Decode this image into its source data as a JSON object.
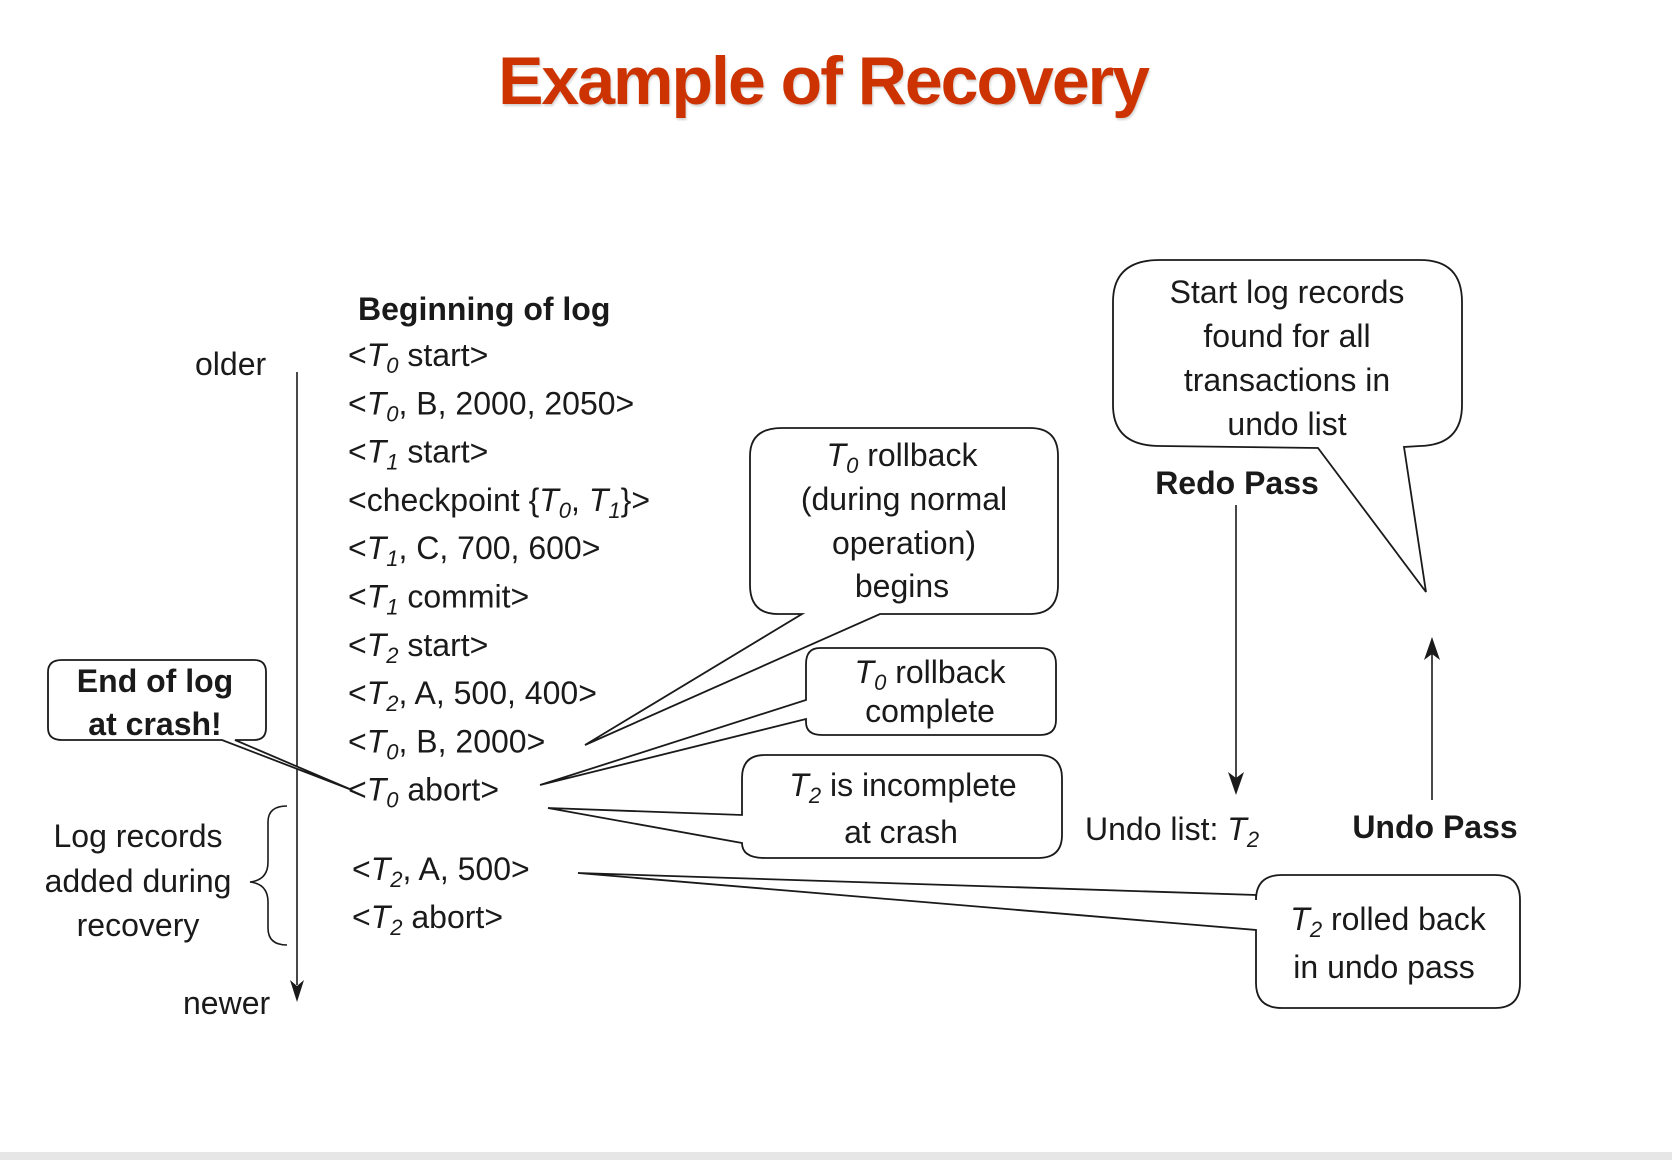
{
  "title": "Example of Recovery",
  "colors": {
    "title": "#cc3300",
    "ink": "#1a1a1a"
  },
  "log": {
    "beginning_label": "Beginning of log",
    "records": [
      {
        "pre": "<",
        "txn": "T",
        "sub": "0",
        "post": " start>"
      },
      {
        "pre": "<",
        "txn": "T",
        "sub": "0",
        "post": ", B, 2000, 2050>"
      },
      {
        "pre": "<",
        "txn": "T",
        "sub": "1",
        "post": " start>"
      },
      {
        "pre": "<checkpoint {",
        "txn": "T",
        "sub": "0",
        "mid": ", ",
        "txn2": "T",
        "sub2": "1",
        "post": "}>"
      },
      {
        "pre": "<",
        "txn": "T",
        "sub": "1",
        "post": ", C, 700, 600>"
      },
      {
        "pre": "<",
        "txn": "T",
        "sub": "1",
        "post": " commit>"
      },
      {
        "pre": "<",
        "txn": "T",
        "sub": "2",
        "post": " start>"
      },
      {
        "pre": "<",
        "txn": "T",
        "sub": "2",
        "post": ", A, 500, 400>"
      },
      {
        "pre": "<",
        "txn": "T",
        "sub": "0",
        "post": ", B, 2000>"
      },
      {
        "pre": "<",
        "txn": "T",
        "sub": "0",
        "post": " abort>"
      }
    ],
    "recovery_records": [
      {
        "pre": "<",
        "txn": "T",
        "sub": "2",
        "post": ", A, 500>"
      },
      {
        "pre": "<",
        "txn": "T",
        "sub": "2",
        "post": " abort>"
      }
    ]
  },
  "axis": {
    "older": "older",
    "newer": "newer"
  },
  "end_of_log": {
    "line1": "End of log",
    "line2": "at crash!"
  },
  "recovery_label": [
    "Log records",
    "added during",
    "recovery"
  ],
  "callouts": {
    "rollback_begins": {
      "txn": "T",
      "sub": "0",
      "rest": "  rollback",
      "lines": [
        "(during normal",
        "operation)",
        "begins"
      ]
    },
    "rollback_complete": {
      "txn": "T",
      "sub": "0",
      "rest": "  rollback",
      "line2": "complete"
    },
    "t2_incomplete": {
      "txn": "T",
      "sub": "2",
      "rest": " is incomplete",
      "line2": "at crash"
    },
    "t2_rolled_back": {
      "txn": "T",
      "sub": "2",
      "rest": " rolled back",
      "line2": "in undo pass"
    },
    "start_records": [
      "Start log records",
      "found for all",
      "transactions in",
      "undo list"
    ]
  },
  "passes": {
    "redo": "Redo Pass",
    "undo": "Undo Pass",
    "undo_list": {
      "label": "Undo list: ",
      "txn": "T",
      "sub": "2"
    }
  }
}
